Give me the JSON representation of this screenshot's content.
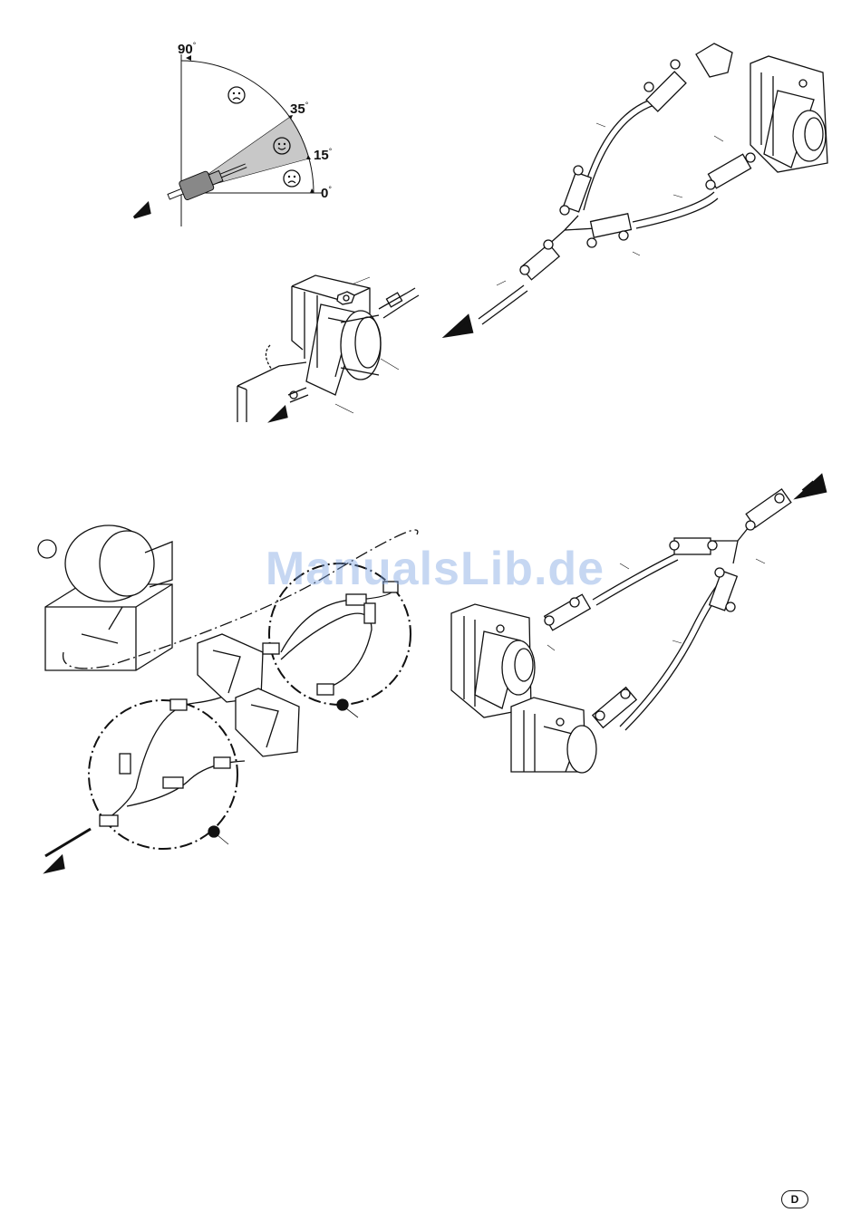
{
  "angle_diagram": {
    "labels": [
      "90",
      "35",
      "15",
      "0"
    ],
    "degree_symbol": "°",
    "zones": [
      {
        "range": "35-90",
        "rating": "bad",
        "icon": "sad-face-icon"
      },
      {
        "range": "15-35",
        "rating": "good",
        "icon": "happy-face-icon"
      },
      {
        "range": "0-15",
        "rating": "bad",
        "icon": "sad-face-icon"
      }
    ]
  },
  "watermark": "ManualsLib.de",
  "page_label": "D",
  "colors": {
    "good_zone": "#c8c8c8",
    "line": "#111111",
    "watermark": "#78a0e1"
  }
}
